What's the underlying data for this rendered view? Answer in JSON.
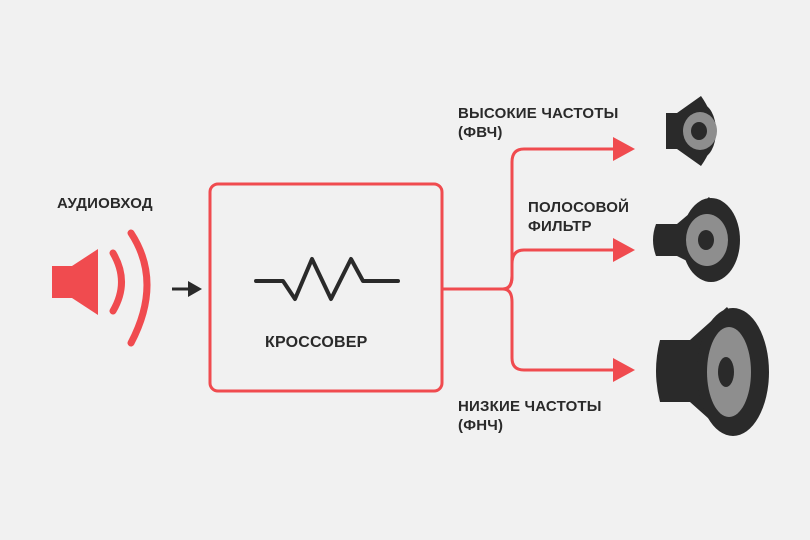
{
  "labels": {
    "input": "АУДИОВХОД",
    "crossover": "КРОССОВЕР",
    "high": {
      "line1": "ВЫСОКИЕ ЧАСТОТЫ",
      "line2": "(ФВЧ)"
    },
    "mid": {
      "line1": "ПОЛОСОВОЙ",
      "line2": "ФИЛЬТР"
    },
    "low": {
      "line1": "НИЗКИЕ ЧАСТОТЫ",
      "line2": "(ФНЧ)"
    }
  },
  "icons": {
    "input_speaker": "speaker-sound-icon",
    "crossover_symbol": "resistor-zigzag-icon",
    "high_driver": "tweeter-icon",
    "mid_driver": "midrange-speaker-icon",
    "low_driver": "woofer-icon"
  },
  "colors": {
    "background": "#f1f1f1",
    "accent_red": "#f04b4f",
    "dark": "#2a2a2a",
    "speaker_gray": "#8e8e8e"
  }
}
